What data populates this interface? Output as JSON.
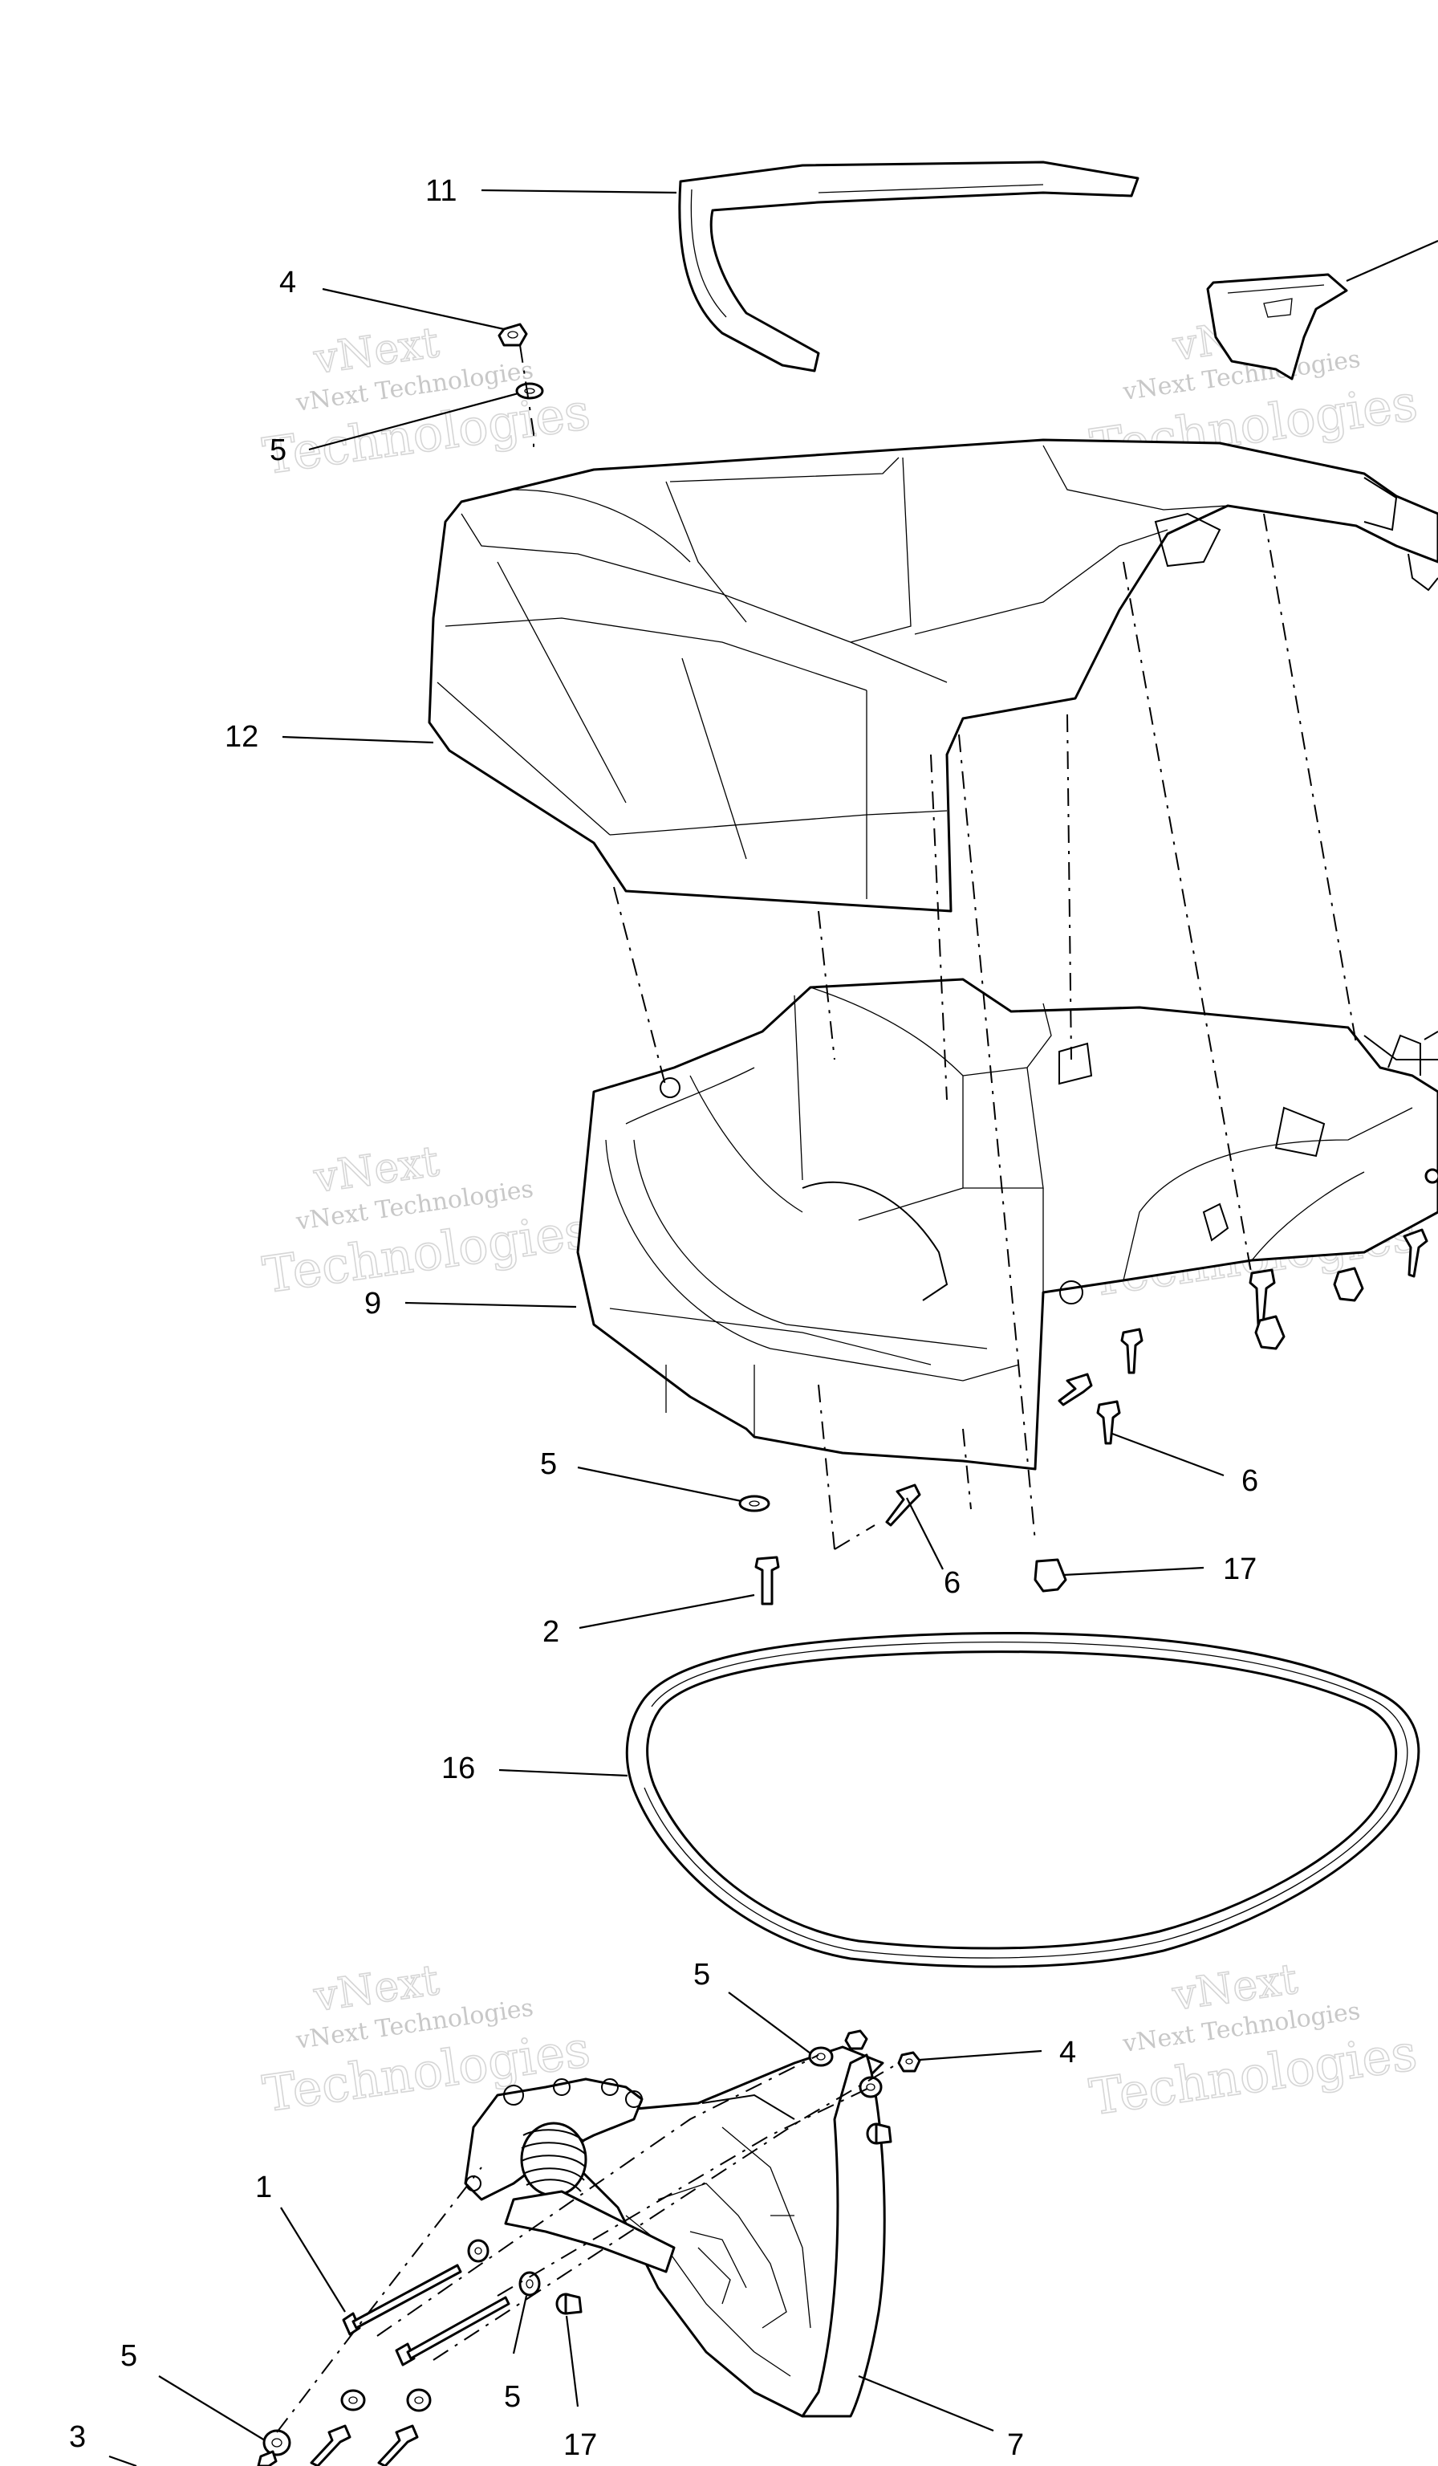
{
  "watermark": {
    "line1": "vNext",
    "line2": "Technologies",
    "line_full": "vNext Technologies"
  },
  "callouts": {
    "c11": "11",
    "c4_top": "4",
    "c5_top": "5",
    "c12": "12",
    "c9": "9",
    "c5_mid": "5",
    "c6_mid": "6",
    "c6_right": "6",
    "c17_mid": "17",
    "c2": "2",
    "c16": "16",
    "c5_low": "5",
    "c4_low": "4",
    "c1": "1",
    "c5_left": "5",
    "c5_bottom": "5",
    "c17_bottom": "17",
    "c7": "7",
    "c3": "3"
  }
}
